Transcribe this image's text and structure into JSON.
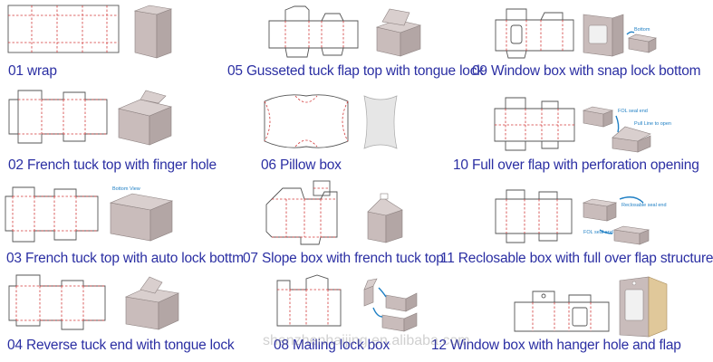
{
  "items": [
    {
      "caption": "01 wrap"
    },
    {
      "caption": "02 French tuck top with finger hole"
    },
    {
      "caption": "03 French tuck top with auto lock bottm",
      "view_label": "Bottom View"
    },
    {
      "caption": "04 Reverse tuck end with tongue lock"
    },
    {
      "caption": "05 Gusseted tuck flap top with tongue lock"
    },
    {
      "caption": "06 Pillow box"
    },
    {
      "caption": "07 Slope box with french tuck top"
    },
    {
      "caption": "08 Mailing lock box"
    },
    {
      "caption": "09 Window box with snap lock bottom",
      "view_label": "Bottom"
    },
    {
      "caption": "10 Full over flap with perforation opening",
      "label_1": "FOL seal end",
      "label_2": "Pull Line to open"
    },
    {
      "caption": "11  Reclosable box with full over flap structure",
      "label_1": "Reclosable seal end",
      "label_2": "FOL seal end"
    },
    {
      "caption": "12 Window box with hanger hole and flap"
    }
  ],
  "watermark": "shenzhenhaijing.en.alibaba.com",
  "colors": {
    "caption": "#2b2fa3",
    "fold_line": "#d23a3a",
    "cut_line": "#555555",
    "board": "#c9bcbb",
    "arrow": "#1e7fc4"
  }
}
